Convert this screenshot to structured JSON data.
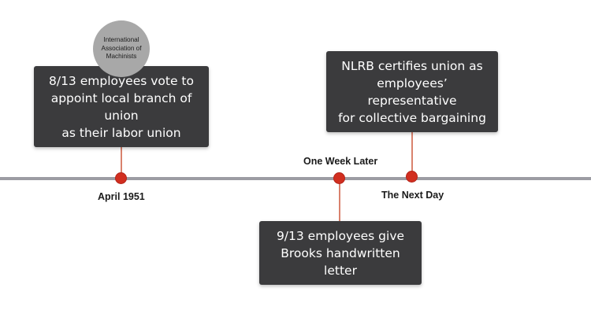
{
  "events": [
    {
      "text": "8/13 employees vote to\nappoint local branch of union\nas their labor union",
      "time_label": "April 1951"
    },
    {
      "text": "9/13 employees give\nBrooks handwritten letter",
      "time_label": "One Week Later"
    },
    {
      "text": "NLRB certifies union as\nemployees’ representative\nfor collective bargaining",
      "time_label": "The Next Day"
    }
  ],
  "badge": {
    "text": "International\nAssociation of\nMachinists"
  },
  "colors": {
    "box_background": "#3b3b3d",
    "marker": "#d12e1f",
    "connector": "#d9826d",
    "axis": "#9c9ca3",
    "badge": "#a8a8a8"
  }
}
